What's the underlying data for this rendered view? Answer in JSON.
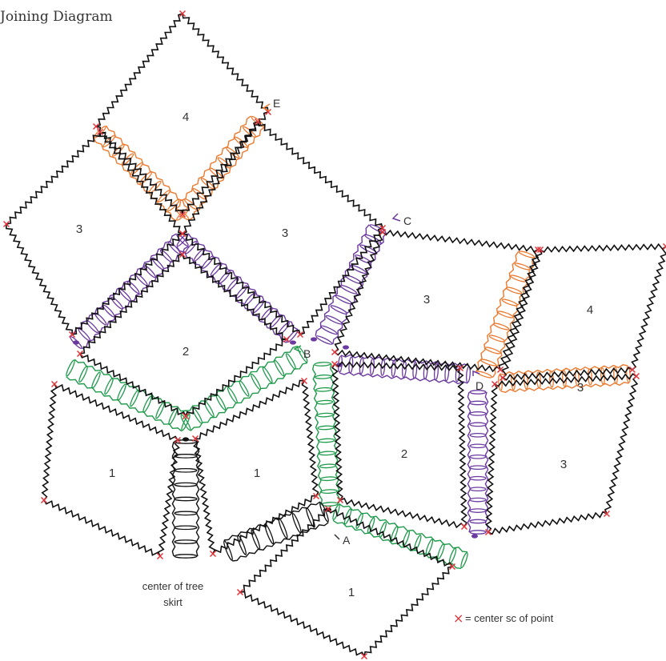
{
  "title": "Joining Diagram",
  "colors": {
    "green": "#1e9a4b",
    "purple": "#6b3aa0",
    "orange": "#ec7a30",
    "black": "#111111",
    "marker": "#e0343a"
  },
  "pieces": [
    {
      "id": "top-4",
      "label": "4"
    },
    {
      "id": "upper-left-3",
      "label": "3"
    },
    {
      "id": "upper-mid-3",
      "label": "3"
    },
    {
      "id": "center-2",
      "label": "2"
    },
    {
      "id": "left-1",
      "label": "1"
    },
    {
      "id": "mid-1",
      "label": "1"
    },
    {
      "id": "right-2",
      "label": "2"
    },
    {
      "id": "right-3-top",
      "label": "3"
    },
    {
      "id": "far-right-4",
      "label": "4"
    },
    {
      "id": "far-right-3",
      "label": "3"
    },
    {
      "id": "right-3",
      "label": "3"
    },
    {
      "id": "bottom-1",
      "label": "1"
    }
  ],
  "point_labels": {
    "a": "A",
    "b": "B",
    "c": "C",
    "d": "D",
    "e": "E"
  },
  "center_text": [
    "center of tree",
    "skirt"
  ],
  "legend": {
    "symbol": "×",
    "text": "= center sc of point"
  }
}
